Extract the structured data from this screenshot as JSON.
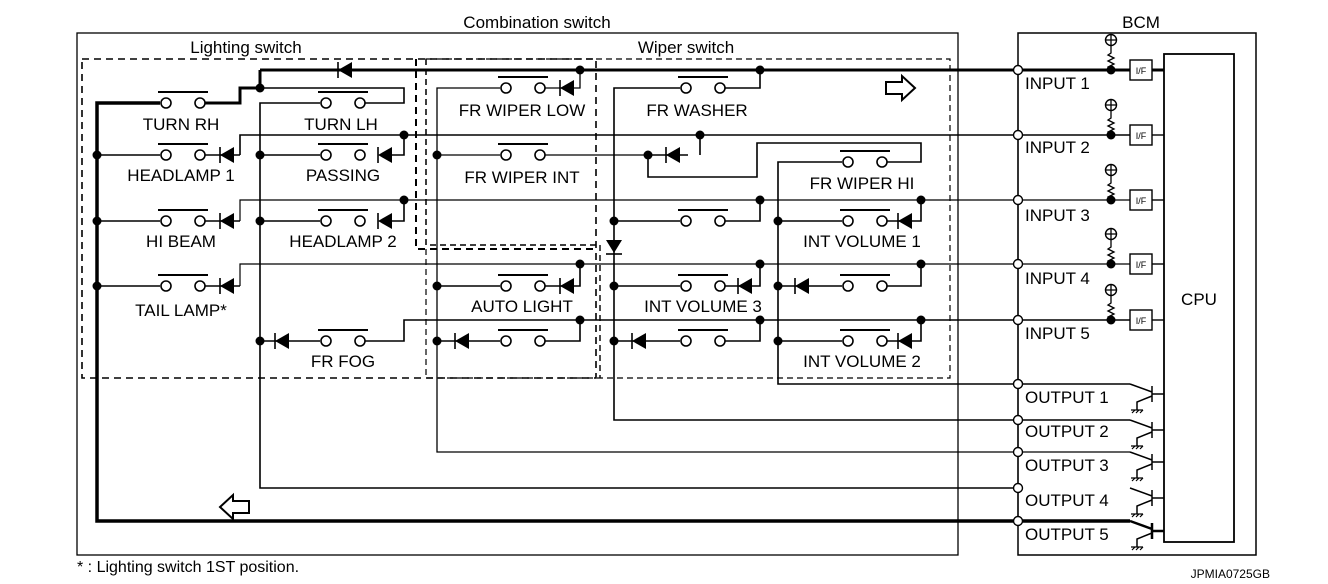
{
  "titles": {
    "combination_switch": "Combination switch",
    "lighting_switch": "Lighting switch",
    "wiper_switch": "Wiper switch",
    "bcm": "BCM",
    "cpu": "CPU"
  },
  "lighting_switches": [
    {
      "id": "turn-rh",
      "label": "TURN RH"
    },
    {
      "id": "turn-lh",
      "label": "TURN LH"
    },
    {
      "id": "headlamp-1",
      "label": "HEADLAMP 1"
    },
    {
      "id": "passing",
      "label": "PASSING"
    },
    {
      "id": "hi-beam",
      "label": "HI BEAM"
    },
    {
      "id": "headlamp-2",
      "label": "HEADLAMP 2"
    },
    {
      "id": "tail-lamp",
      "label": "TAIL LAMP*"
    },
    {
      "id": "fr-fog",
      "label": "FR FOG"
    },
    {
      "id": "auto-light",
      "label": "AUTO LIGHT"
    }
  ],
  "wiper_switches": [
    {
      "id": "fr-wiper-low",
      "label": "FR WIPER LOW"
    },
    {
      "id": "fr-washer",
      "label": "FR WASHER"
    },
    {
      "id": "fr-wiper-int",
      "label": "FR WIPER INT"
    },
    {
      "id": "fr-wiper-hi",
      "label": "FR WIPER HI"
    },
    {
      "id": "int-volume-1",
      "label": "INT VOLUME 1"
    },
    {
      "id": "int-volume-3",
      "label": "INT VOLUME 3"
    },
    {
      "id": "int-volume-2",
      "label": "INT VOLUME 2"
    }
  ],
  "bcm_inputs": [
    "INPUT 1",
    "INPUT 2",
    "INPUT 3",
    "INPUT 4",
    "INPUT 5"
  ],
  "bcm_outputs": [
    "OUTPUT 1",
    "OUTPUT 2",
    "OUTPUT 3",
    "OUTPUT 4",
    "OUTPUT 5"
  ],
  "interface_label": "I/F",
  "footnote": "* : Lighting switch 1ST position.",
  "figure_code": "JPMIA0725GB",
  "icons": {
    "signal_right": "hollow-arrow-right",
    "signal_left": "hollow-arrow-left",
    "power": "plus-circle",
    "ground": "ground"
  }
}
